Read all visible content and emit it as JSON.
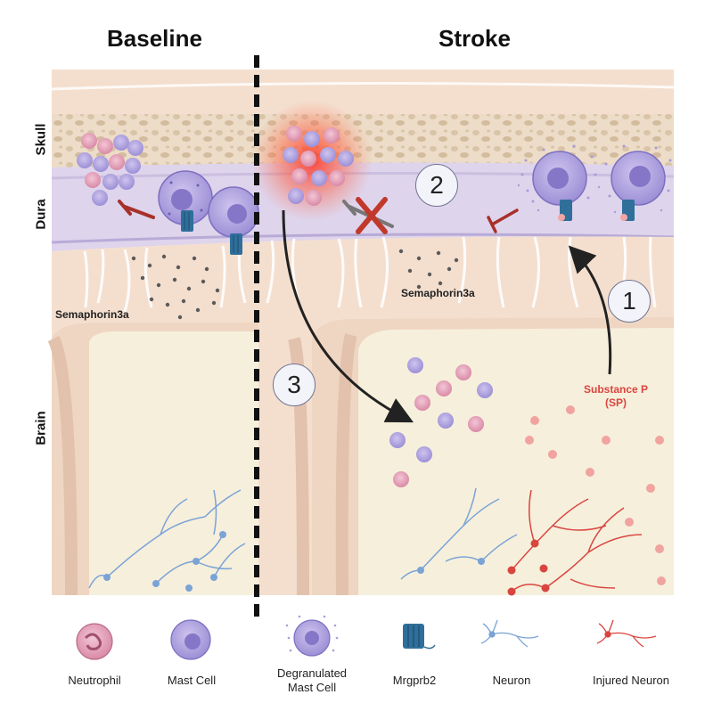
{
  "titles": {
    "baseline": "Baseline",
    "stroke": "Stroke"
  },
  "regions": {
    "skull": "Skull",
    "dura": "Dura",
    "brain": "Brain"
  },
  "annotations": {
    "semaphorin_left": "Semaphorin3a",
    "semaphorin_right": "Semaphorin3a",
    "substance_p_line1": "Substance P",
    "substance_p_line2": "(SP)"
  },
  "steps": [
    "1",
    "2",
    "3"
  ],
  "legend": [
    {
      "label_line1": "Neutrophil",
      "label_line2": "",
      "icon": "neutrophil-icon"
    },
    {
      "label_line1": "Mast Cell",
      "label_line2": "",
      "icon": "mast-cell-icon"
    },
    {
      "label_line1": "Degranulated",
      "label_line2": "Mast Cell",
      "icon": "degranulated-mast-cell-icon"
    },
    {
      "label_line1": "Mrgprb2",
      "label_line2": "",
      "icon": "mrgprb2-receptor-icon"
    },
    {
      "label_line1": "Neuron",
      "label_line2": "",
      "icon": "neuron-icon"
    },
    {
      "label_line1": "Injured Neuron",
      "label_line2": "",
      "icon": "injured-neuron-icon"
    }
  ],
  "colors": {
    "skull": "#f2dccb",
    "bone": "#e9d6c2",
    "dura": "#ddd3ea",
    "brain": "#f6f0df",
    "neuron": "#7aa3d6",
    "injured_neuron": "#d9453f",
    "inhibition": "#a8302a",
    "receptor": "#2f6f9a"
  }
}
